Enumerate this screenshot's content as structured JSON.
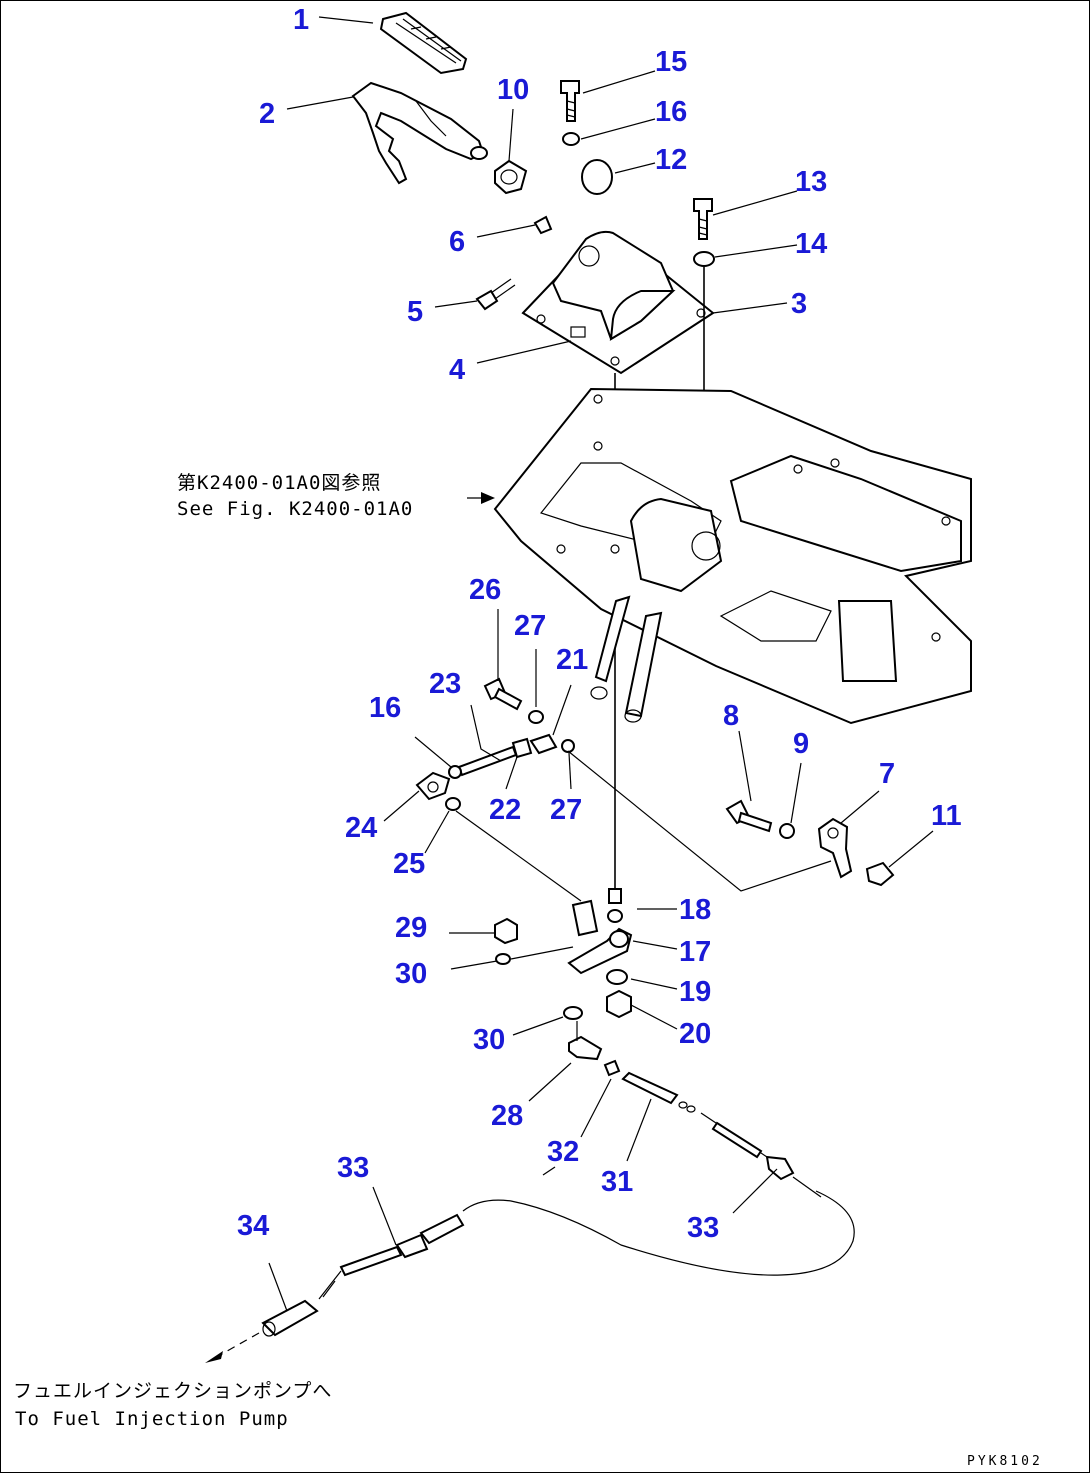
{
  "callouts": [
    {
      "id": "c1",
      "label": "1"
    },
    {
      "id": "c2",
      "label": "2"
    },
    {
      "id": "c3",
      "label": "3"
    },
    {
      "id": "c4",
      "label": "4"
    },
    {
      "id": "c5",
      "label": "5"
    },
    {
      "id": "c6",
      "label": "6"
    },
    {
      "id": "c7",
      "label": "7"
    },
    {
      "id": "c8",
      "label": "8"
    },
    {
      "id": "c9",
      "label": "9"
    },
    {
      "id": "c10",
      "label": "10"
    },
    {
      "id": "c11",
      "label": "11"
    },
    {
      "id": "c12",
      "label": "12"
    },
    {
      "id": "c13",
      "label": "13"
    },
    {
      "id": "c14",
      "label": "14"
    },
    {
      "id": "c15",
      "label": "15"
    },
    {
      "id": "c16a",
      "label": "16"
    },
    {
      "id": "c16b",
      "label": "16"
    },
    {
      "id": "c17",
      "label": "17"
    },
    {
      "id": "c18",
      "label": "18"
    },
    {
      "id": "c19",
      "label": "19"
    },
    {
      "id": "c20",
      "label": "20"
    },
    {
      "id": "c21",
      "label": "21"
    },
    {
      "id": "c22",
      "label": "22"
    },
    {
      "id": "c23",
      "label": "23"
    },
    {
      "id": "c24",
      "label": "24"
    },
    {
      "id": "c25",
      "label": "25"
    },
    {
      "id": "c26",
      "label": "26"
    },
    {
      "id": "c27a",
      "label": "27"
    },
    {
      "id": "c27b",
      "label": "27"
    },
    {
      "id": "c28",
      "label": "28"
    },
    {
      "id": "c29",
      "label": "29"
    },
    {
      "id": "c30a",
      "label": "30"
    },
    {
      "id": "c30b",
      "label": "30"
    },
    {
      "id": "c31",
      "label": "31"
    },
    {
      "id": "c32",
      "label": "32"
    },
    {
      "id": "c33a",
      "label": "33"
    },
    {
      "id": "c33b",
      "label": "33"
    },
    {
      "id": "c34",
      "label": "34"
    }
  ],
  "notes": {
    "reference_jp": "第K2400-01A0図参照",
    "reference_en": "See Fig. K2400-01A0",
    "destination_jp": "フュエルインジェクションポンプへ",
    "destination_en": "To Fuel Injection Pump"
  },
  "drawing_code": "PYK8102",
  "colors": {
    "callout": "#1a1ad6",
    "line": "#000000",
    "background": "#ffffff"
  }
}
